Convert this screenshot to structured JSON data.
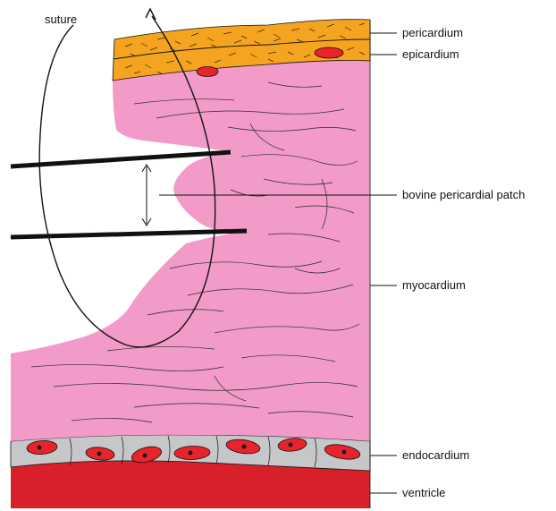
{
  "labels": {
    "suture": "suture",
    "pericardium": "pericardium",
    "epicardium": "epicardium",
    "patch": "bovine pericardial patch",
    "myocardium": "myocardium",
    "endocardium": "endocardium",
    "ventricle": "ventricle"
  },
  "colors": {
    "pericardium": "#f5a41f",
    "myocardium": "#f29ac8",
    "endocardium": "#c6c7c9",
    "ventricle": "#d8202a",
    "cell": "#e8232b",
    "nucleus": "#1a1a1a",
    "line": "#111111"
  }
}
